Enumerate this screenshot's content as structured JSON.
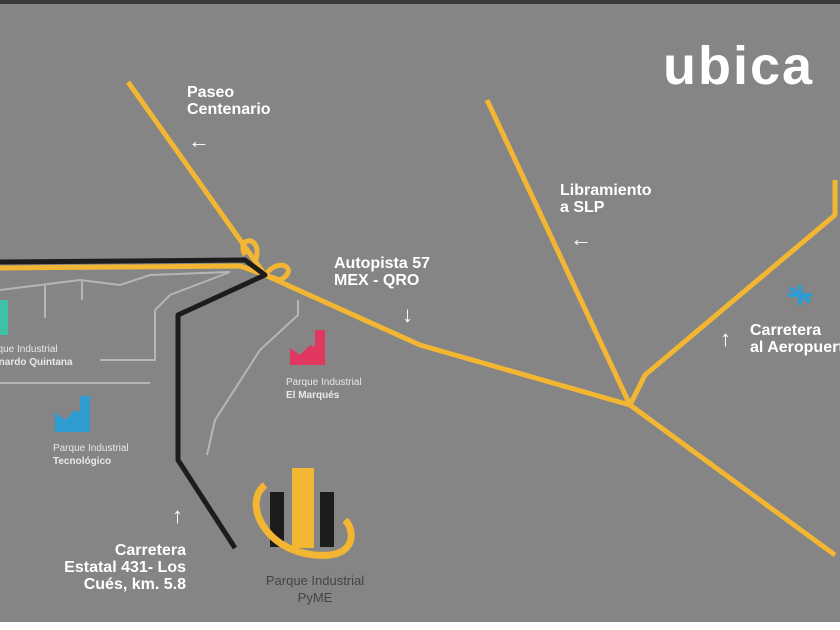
{
  "title": "ubica",
  "roads": {
    "paseo": "Paseo Centenario",
    "autopista": [
      "Autopista 57",
      "MEX - QRO"
    ],
    "libramiento": [
      "Libramiento",
      "a SLP"
    ],
    "aeropuerto": [
      "Carretera",
      "al Aeropuerto"
    ],
    "estatal": [
      "Carretera",
      "Estatal 431- Los",
      "Cués, km. 5.8"
    ]
  },
  "parks": {
    "quintana": [
      "Parque Industrial",
      "Bernardo Quintana"
    ],
    "tecnologico": [
      "Parque Industrial",
      "Tecnológico"
    ],
    "marques": [
      "Parque Industrial",
      "El Marqués"
    ],
    "pyme": [
      "Parque Industrial",
      "PyME"
    ]
  },
  "arrows": {
    "left": "←",
    "down": "↓",
    "up": "↑"
  },
  "colors": {
    "background": "#858585",
    "highway": "#f2b632",
    "route": "#1c1c1c",
    "minor": "#b5b5b5",
    "quintana": "#3fc1a5",
    "tecnologico": "#2e9bd1",
    "marques": "#e2385f",
    "airport": "#2e9bd1"
  }
}
